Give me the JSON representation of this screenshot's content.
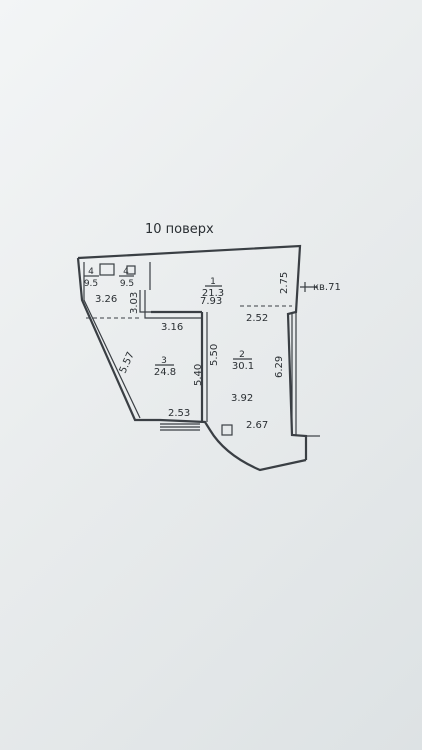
{
  "floor_label": "10 поверх",
  "apartment_label": "кв.71",
  "rooms": [
    {
      "number": "1",
      "area": "21.3"
    },
    {
      "number": "2",
      "area": "30.1"
    },
    {
      "number": "3",
      "area": "24.8"
    },
    {
      "number": "4",
      "area": "9.5"
    },
    {
      "number": "4",
      "area": "9.5"
    }
  ],
  "dimensions": {
    "d_2_75": "2.75",
    "d_7_93": "7.93",
    "d_2_52": "2.52",
    "d_3_26": "3.26",
    "d_3_03": "3.03",
    "d_3_16": "3.16",
    "d_5_57": "5.57",
    "d_5_40": "5.40",
    "d_5_50": "5.50",
    "d_6_29": "6.29",
    "d_3_92": "3.92",
    "d_2_53": "2.53",
    "d_2_67": "2.67"
  }
}
